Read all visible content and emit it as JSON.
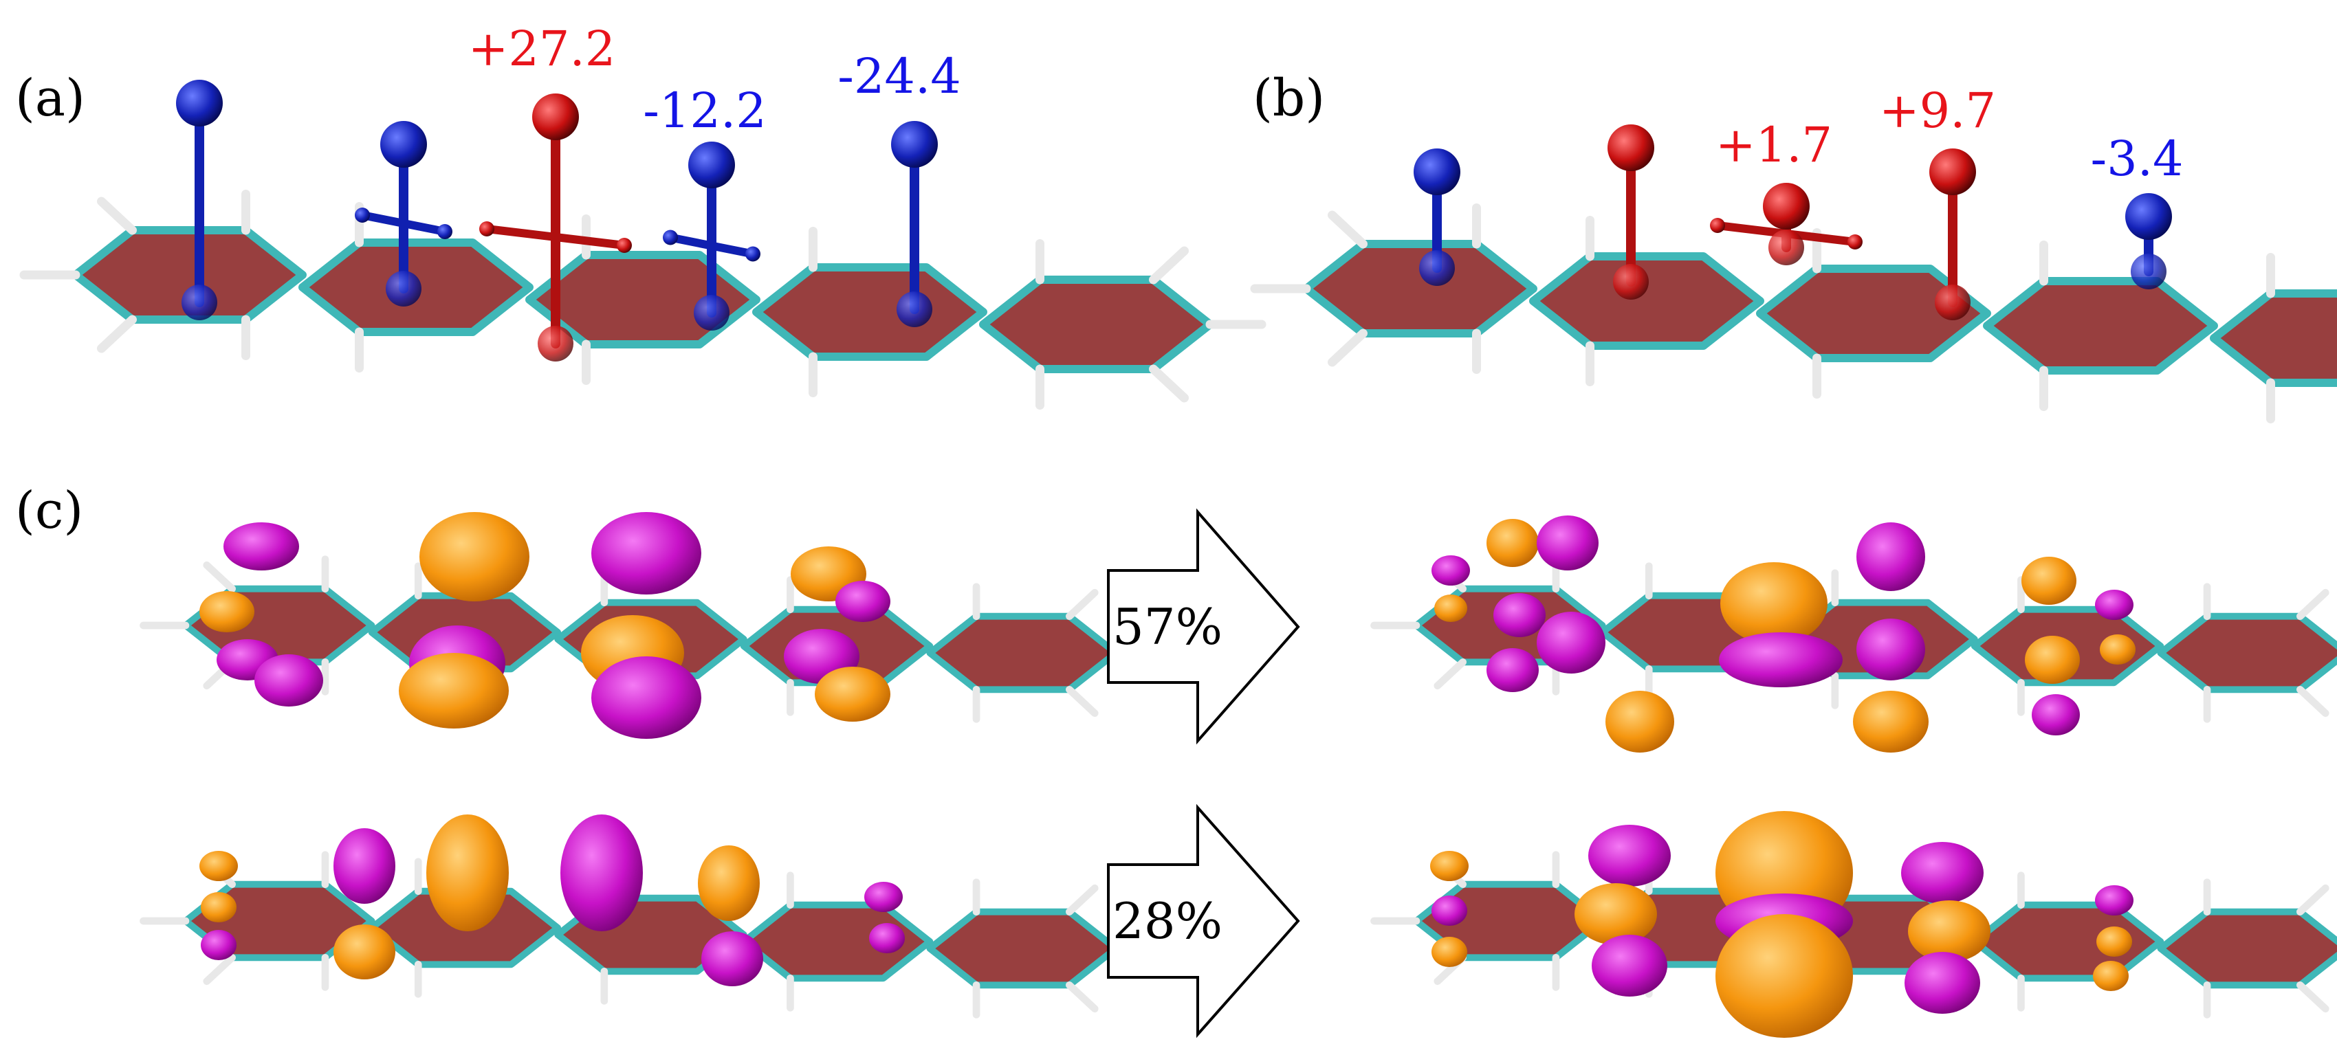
{
  "panels": {
    "a": {
      "label": "(a)",
      "values": [
        {
          "text": "+27.2",
          "sign": "positive"
        },
        {
          "text": "-12.2",
          "sign": "negative"
        },
        {
          "text": "-24.4",
          "sign": "negative"
        }
      ]
    },
    "b": {
      "label": "(b)",
      "values": [
        {
          "text": "+1.7",
          "sign": "positive"
        },
        {
          "text": "+9.7",
          "sign": "positive"
        },
        {
          "text": "-3.4",
          "sign": "negative"
        }
      ]
    },
    "c": {
      "label": "(c)",
      "transitions": [
        {
          "percent": "57%"
        },
        {
          "percent": "28%"
        }
      ]
    }
  },
  "colors": {
    "positive": "#e8141b",
    "negative": "#1414e6",
    "bond": "#3fb7b7",
    "hydrogen": "#e8e8e8",
    "ring_fill": "#8f2f2f",
    "lobe_orange": "#f5960f",
    "lobe_magenta": "#c812c8",
    "marker_red": "#b01010",
    "marker_blue": "#1020b0"
  }
}
